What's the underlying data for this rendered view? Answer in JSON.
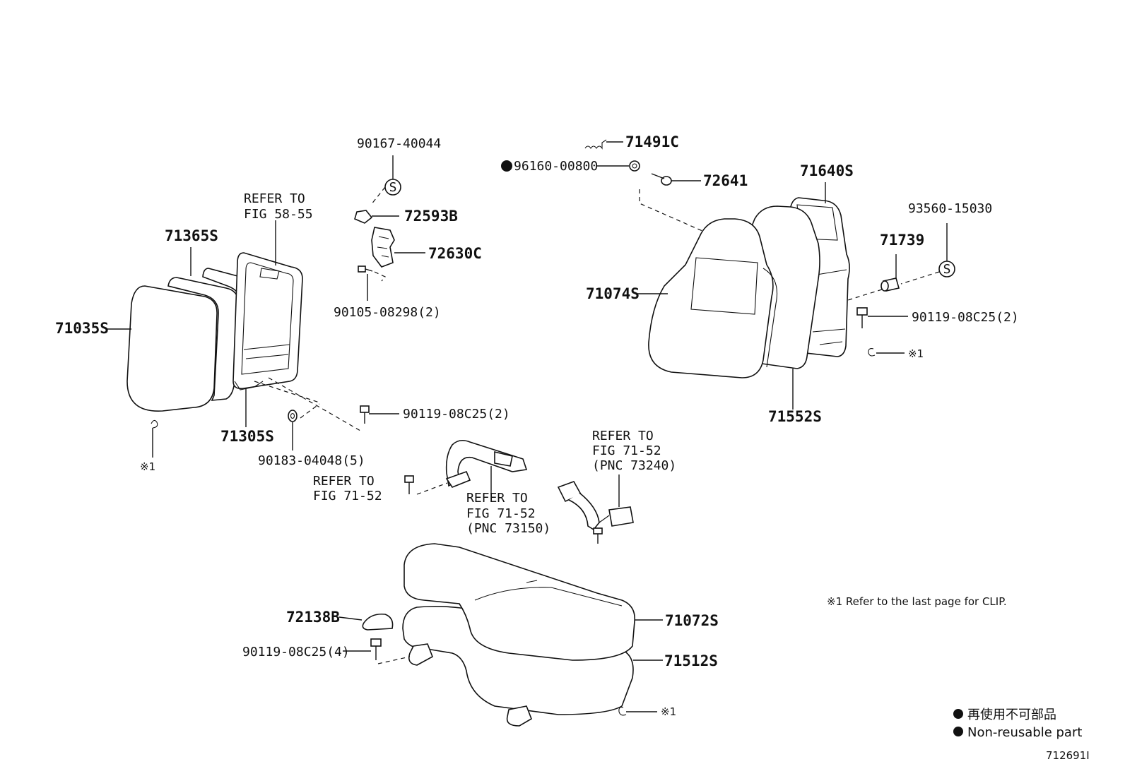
{
  "parts": {
    "p90167": "90167-40044",
    "p72593b": "72593B",
    "p72630c": "72630C",
    "p90105": "90105-08298(2)",
    "p71491c": "71491C",
    "p96160": "96160-00800",
    "p72641": "72641",
    "p71640s": "71640S",
    "p93560": "93560-15030",
    "p71739": "71739",
    "p71074s": "71074S",
    "p90119_r": "90119-08C25(2)",
    "p71552s": "71552S",
    "p71365s": "71365S",
    "p71035s": "71035S",
    "p71305s": "71305S",
    "p90183": "90183-04048(5)",
    "p90119_l": "90119-08C25(2)",
    "p72138b": "72138B",
    "p90119_b": "90119-08C25(4)",
    "p71072s": "71072S",
    "p71512s": "71512S"
  },
  "refs": {
    "refer_to": "REFER TO",
    "fig_58_55": "FIG 58-55",
    "fig_71_52": "FIG 71-52",
    "pnc_73150": "(PNC 73150)",
    "pnc_73240": "(PNC 73240)"
  },
  "symbols": {
    "s_mark": "S",
    "clip_mark": "※1"
  },
  "notes": {
    "clip_note": "※1 Refer to the last page for CLIP.",
    "legend_jp": "再使用不可部品",
    "legend_en": "Non-reusable part",
    "fig_id": "712691I"
  }
}
